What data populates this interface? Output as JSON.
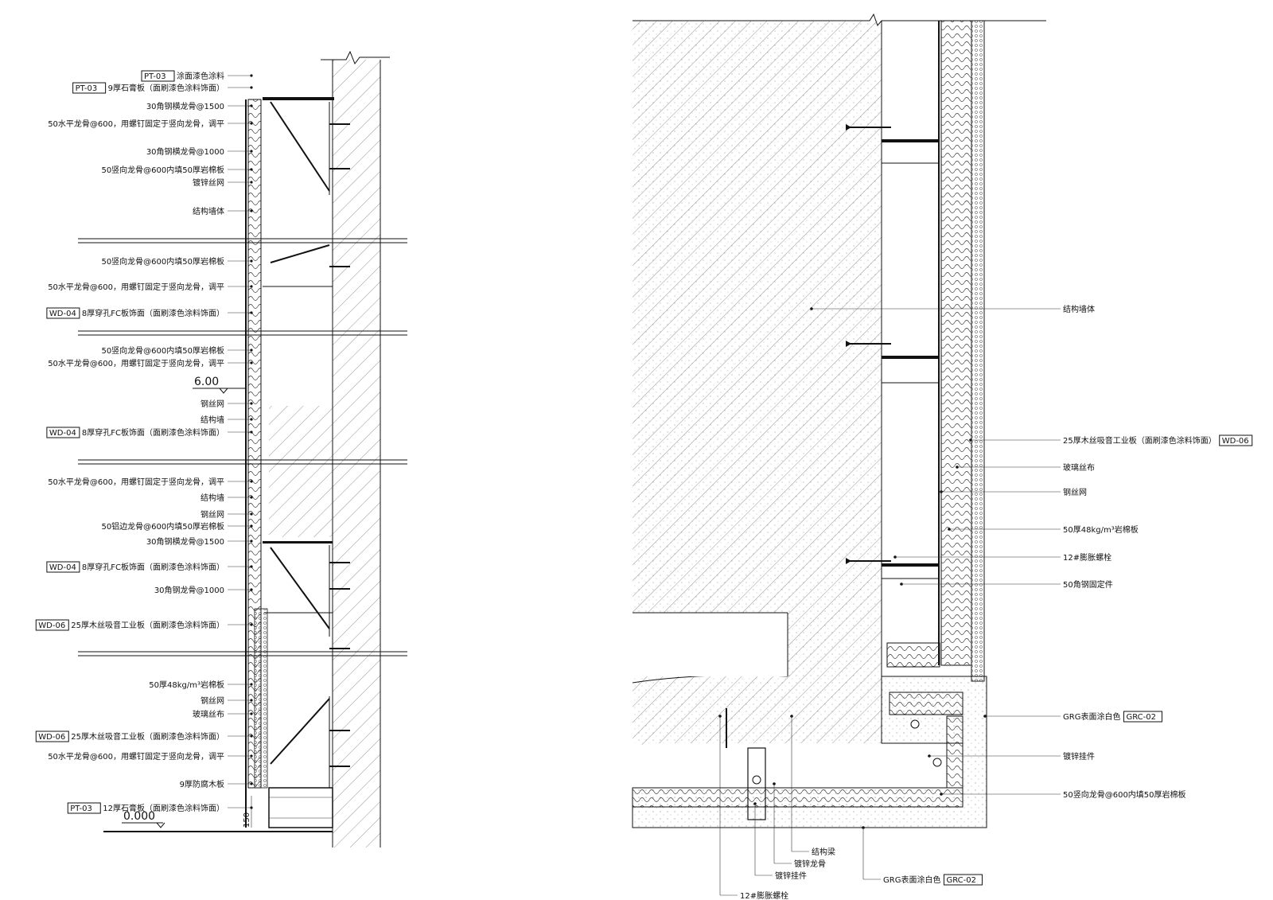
{
  "left_section": {
    "labels": [
      {
        "tag": "PT-03",
        "text": "涂面漆色涂料"
      },
      {
        "tag": "PT-03",
        "text": "9厚石膏板（面刷漆色涂料饰面）"
      },
      {
        "tag": "",
        "text": "30角钢横龙骨@1500"
      },
      {
        "tag": "",
        "text": "50水平龙骨@600，用螺钉固定于竖向龙骨，调平"
      },
      {
        "tag": "",
        "text": "30角钢横龙骨@1000"
      },
      {
        "tag": "",
        "text": "50竖向龙骨@600内填50厚岩棉板"
      },
      {
        "tag": "",
        "text": "镀锌丝网"
      },
      {
        "tag": "",
        "text": "结构墙体"
      },
      {
        "tag": "",
        "text": "50竖向龙骨@600内填50厚岩棉板"
      },
      {
        "tag": "",
        "text": "50水平龙骨@600，用螺钉固定于竖向龙骨，调平"
      },
      {
        "tag": "WD-04",
        "text": "8厚穿孔FC板饰面（面刷漆色涂料饰面）"
      },
      {
        "tag": "",
        "text": "50竖向龙骨@600内填50厚岩棉板"
      },
      {
        "tag": "",
        "text": "50水平龙骨@600，用螺钉固定于竖向龙骨，调平"
      },
      {
        "tag": "",
        "text": "钢丝网"
      },
      {
        "tag": "",
        "text": "结构墙"
      },
      {
        "tag": "WD-04",
        "text": "8厚穿孔FC板饰面（面刷漆色涂料饰面）"
      },
      {
        "tag": "",
        "text": "50水平龙骨@600，用螺钉固定于竖向龙骨，调平"
      },
      {
        "tag": "",
        "text": "结构墙"
      },
      {
        "tag": "",
        "text": "钢丝网"
      },
      {
        "tag": "",
        "text": "50铝边龙骨@600内填50厚岩棉板"
      },
      {
        "tag": "",
        "text": "30角钢横龙骨@1500"
      },
      {
        "tag": "WD-04",
        "text": "8厚穿孔FC板饰面（面刷漆色涂料饰面）"
      },
      {
        "tag": "",
        "text": "30角钢龙骨@1000"
      },
      {
        "tag": "WD-06",
        "text": "25厚木丝吸音工业板（面刷漆色涂料饰面）"
      },
      {
        "tag": "",
        "text": "50厚48kg/m³岩棉板"
      },
      {
        "tag": "",
        "text": "钢丝网"
      },
      {
        "tag": "",
        "text": "玻璃丝布"
      },
      {
        "tag": "WD-06",
        "text": "25厚木丝吸音工业板（面刷漆色涂料饰面）"
      },
      {
        "tag": "",
        "text": "50水平龙骨@600，用螺钉固定于竖向龙骨，调平"
      },
      {
        "tag": "",
        "text": "9厚防腐木板"
      },
      {
        "tag": "PT-03",
        "text": "12厚石膏板（面刷漆色涂料饰面）"
      }
    ],
    "elevation_upper": "6.00",
    "elevation_lower": "0.000",
    "dimension_150": "150"
  },
  "right_section": {
    "labels": [
      {
        "text": "结构墙体",
        "tag": ""
      },
      {
        "text": "25厚木丝吸音工业板（面刷漆色涂料饰面）",
        "tag": "WD-06"
      },
      {
        "text": "玻璃丝布",
        "tag": ""
      },
      {
        "text": "钢丝网",
        "tag": ""
      },
      {
        "text": "50厚48kg/m³岩棉板",
        "tag": ""
      },
      {
        "text": "12#膨胀螺栓",
        "tag": ""
      },
      {
        "text": "50角钢固定件",
        "tag": ""
      },
      {
        "text": "GRG表面涂白色",
        "tag": "GRC-02"
      },
      {
        "text": "镀锌挂件",
        "tag": ""
      },
      {
        "text": "50竖向龙骨@600内填50厚岩棉板",
        "tag": ""
      }
    ],
    "bottom_labels": [
      {
        "text": "结构梁",
        "tag": ""
      },
      {
        "text": "镀锌龙骨",
        "tag": ""
      },
      {
        "text": "镀锌挂件",
        "tag": ""
      },
      {
        "text": "GRG表面涂白色",
        "tag": "GRC-02"
      },
      {
        "text": "12#膨胀螺栓",
        "tag": ""
      }
    ]
  },
  "colors": {
    "line": "#111111",
    "hatch": "#555555",
    "background": "#ffffff"
  }
}
